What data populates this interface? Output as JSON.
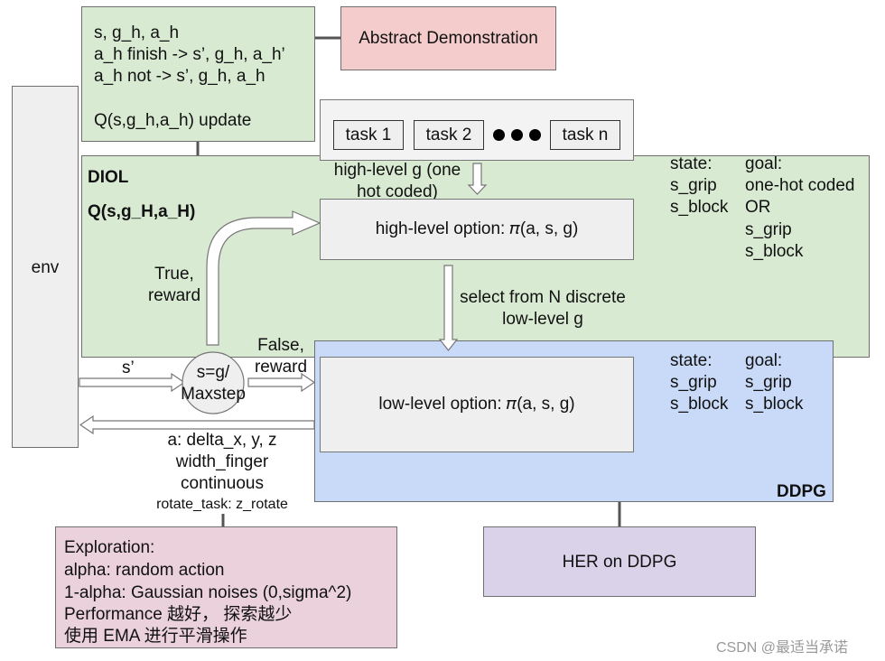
{
  "top_box": {
    "lines": [
      "s, g_h, a_h",
      "a_h finish -> s’, g_h, a_h’",
      "a_h not -> s’, g_h, a_h"
    ],
    "update": "Q(s,g_h,a_h) update"
  },
  "abstract_demo": "Abstract Demonstration",
  "env": "env",
  "tasks": [
    "task 1",
    "task 2",
    "task n"
  ],
  "diol": {
    "title": "DIOL",
    "q": "Q(s,g_H,a_H)",
    "high_g_note": [
      "high-level g (one",
      "hot coded)"
    ],
    "high_option": "high-level option: 𝜋(a, s, g)",
    "state_label": "state:",
    "state_items": [
      "s_grip",
      "s_block"
    ],
    "goal_label": "goal:",
    "goal_items": [
      "one-hot coded",
      "OR",
      "s_grip",
      "s_block"
    ],
    "select_note": [
      "select from N discrete",
      "low-level g"
    ],
    "true_reward": [
      "True,",
      "reward"
    ]
  },
  "ddpg": {
    "title": "DDPG",
    "low_option": "low-level option: 𝜋(a, s, g)",
    "state_label": "state:",
    "state_items": [
      "s_grip",
      "s_block"
    ],
    "goal_label": "goal:",
    "goal_items": [
      "s_grip",
      "s_block"
    ]
  },
  "decision": [
    "s=g/",
    "Maxstep"
  ],
  "s_prime": "s’",
  "false_reward": [
    "False,",
    "reward"
  ],
  "action_note": [
    "a: delta_x, y, z",
    "width_finger",
    "continuous"
  ],
  "rotate_note": "rotate_task: z_rotate",
  "exploration": {
    "lines": [
      "Exploration:",
      "alpha: random action",
      "1-alpha: Gaussian noises (0,sigma^2)",
      "Performance 越好， 探索越少",
      "使用 EMA  进行平滑操作"
    ]
  },
  "her": "HER on DDPG",
  "watermark": "CSDN @最适当承诺",
  "colors": {
    "green_fill": "#d9ead3",
    "pink_fill": "#f4cccc",
    "blue_fill": "#c9daf8",
    "mauve_fill": "#ead1dc",
    "purple_fill": "#d9d2e9",
    "grey_fill": "#efefef",
    "line": "#555555"
  }
}
